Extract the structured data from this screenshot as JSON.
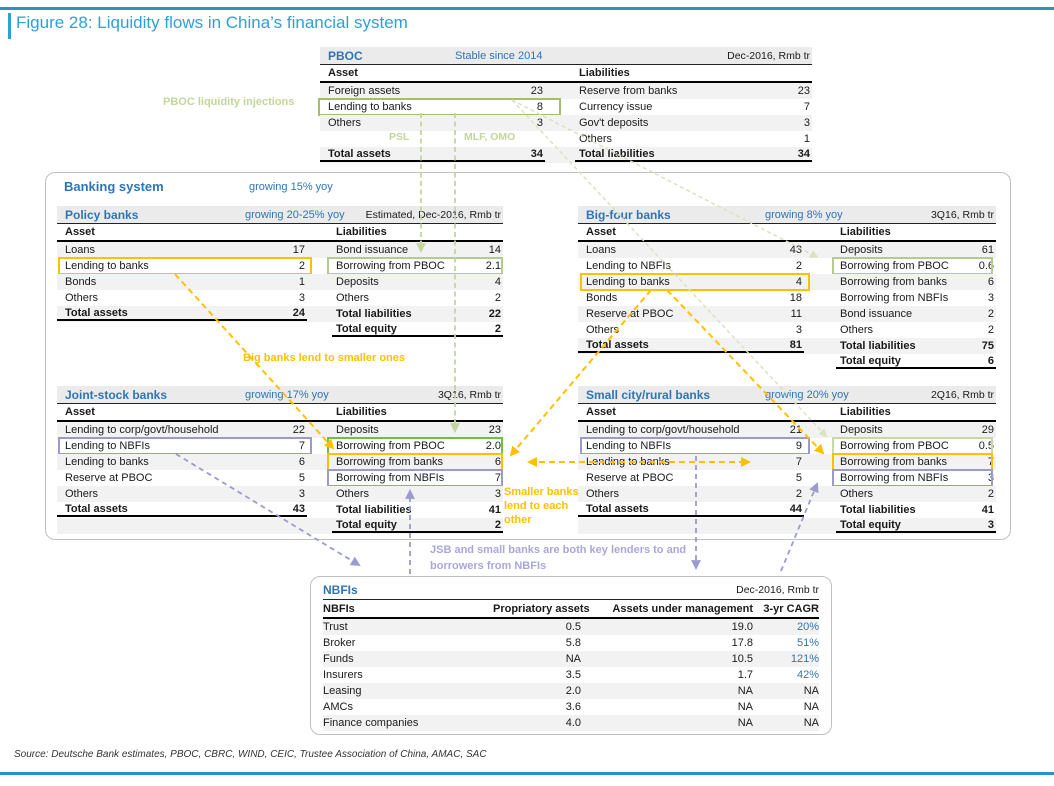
{
  "figure": {
    "title": "Figure 28: Liquidity flows in China’s financial system"
  },
  "colors": {
    "accent_blue": "#2fa0d5",
    "table_blue": "#2e75b6",
    "orange": "#ffc000",
    "pale_green": "#c3d69b",
    "bright_green": "#6fbf44",
    "purple": "#9b9bd0"
  },
  "banking_system": {
    "name": "Banking system",
    "note": "growing 15% yoy"
  },
  "pboc": {
    "name": "PBOC",
    "note": "Stable since 2014",
    "date": "Dec-2016, Rmb tr",
    "asset_header": "Asset",
    "liab_header": "Liabilities",
    "assets": [
      {
        "t": "Foreign assets",
        "v": "23"
      },
      {
        "t": "Lending to banks",
        "v": "8",
        "box": "green"
      },
      {
        "t": "Others",
        "v": "3"
      },
      {},
      {
        "t": "Total assets",
        "v": "34",
        "b": 1,
        "bot": 1
      }
    ],
    "liabilities": [
      {
        "t": "Reserve from banks",
        "v": "23"
      },
      {
        "t": "Currency issue",
        "v": "7"
      },
      {
        "t": "Gov't deposits",
        "v": "3"
      },
      {
        "t": "Others",
        "v": "1"
      },
      {
        "t": "Total liabilities",
        "v": "34",
        "b": 1,
        "bot": 1
      }
    ]
  },
  "policy_banks": {
    "name": "Policy banks",
    "note": "growing 20-25% yoy",
    "date": "Estimated, Dec-2016, Rmb tr",
    "asset_header": "Asset",
    "liab_header": "Liabilities",
    "assets": [
      {
        "t": "Loans",
        "v": "17"
      },
      {
        "t": "Lending to banks",
        "v": "2",
        "box": "orange"
      },
      {
        "t": "Bonds",
        "v": "1"
      },
      {
        "t": "Others",
        "v": "3"
      },
      {
        "t": "Total assets",
        "v": "24",
        "b": 1,
        "bot": 1
      },
      {}
    ],
    "liabilities": [
      {
        "t": "Bond issuance",
        "v": "14"
      },
      {
        "t": "Borrowing from PBOC",
        "v": "2.1",
        "box": "greenpale"
      },
      {
        "t": "Deposits",
        "v": "4"
      },
      {
        "t": "Others",
        "v": "2"
      },
      {
        "t": "Total liabilities",
        "v": "22",
        "b": 1
      },
      {
        "t": "Total equity",
        "v": "2",
        "b": 1,
        "bot": 1
      }
    ]
  },
  "big_four": {
    "name": "Big-four banks",
    "note": "growing 8% yoy",
    "date": "3Q16, Rmb tr",
    "asset_header": "Asset",
    "liab_header": "Liabilities",
    "assets": [
      {
        "t": "Loans",
        "v": "43"
      },
      {
        "t": "Lending to NBFIs",
        "v": "2"
      },
      {
        "t": "Lending to banks",
        "v": "4",
        "box": "orange"
      },
      {
        "t": "Bonds",
        "v": "18"
      },
      {
        "t": "Reserve at PBOC",
        "v": "11"
      },
      {
        "t": "Others",
        "v": "3"
      },
      {
        "t": "Total assets",
        "v": "81",
        "b": 1,
        "bot": 1
      },
      {}
    ],
    "liabilities": [
      {
        "t": "Deposits",
        "v": "61"
      },
      {
        "t": "Borrowing from PBOC",
        "v": "0.6",
        "box": "greenpale"
      },
      {
        "t": "Borrowing from banks",
        "v": "6"
      },
      {
        "t": "Borrowing from NBFIs",
        "v": "3"
      },
      {
        "t": "Bond issuance",
        "v": "2"
      },
      {
        "t": "Others",
        "v": "2"
      },
      {
        "t": "Total liabilities",
        "v": "75",
        "b": 1
      },
      {
        "t": "Total equity",
        "v": "6",
        "b": 1,
        "bot": 1
      }
    ]
  },
  "jsb": {
    "name": "Joint-stock banks",
    "note": "growing 17% yoy",
    "date": "3Q16, Rmb tr",
    "asset_header": "Asset",
    "liab_header": "Liabilities",
    "assets": [
      {
        "t": "Lending to corp/govt/household",
        "v": "22"
      },
      {
        "t": "Lending to NBFIs",
        "v": "7",
        "box": "purple"
      },
      {
        "t": "Lending to banks",
        "v": "6"
      },
      {
        "t": "Reserve at PBOC",
        "v": "5"
      },
      {
        "t": "Others",
        "v": "3"
      },
      {
        "t": "Total assets",
        "v": "43",
        "b": 1,
        "bot": 1
      },
      {}
    ],
    "liabilities": [
      {
        "t": "Deposits",
        "v": "23"
      },
      {
        "t": "Borrowing from PBOC",
        "v": "2.0",
        "box": "greenbright"
      },
      {
        "t": "Borrowing from banks",
        "v": "6",
        "box": "orange"
      },
      {
        "t": "Borrowing from NBFIs",
        "v": "7",
        "box": "purple"
      },
      {
        "t": "Others",
        "v": "3"
      },
      {
        "t": "Total liabilities",
        "v": "41",
        "b": 1
      },
      {
        "t": "Total equity",
        "v": "2",
        "b": 1,
        "bot": 1
      }
    ]
  },
  "small_banks": {
    "name": "Small city/rural banks",
    "note": "growing 20% yoy",
    "date": "2Q16, Rmb tr",
    "asset_header": "Asset",
    "liab_header": "Liabilities",
    "assets": [
      {
        "t": "Lending to corp/govt/household",
        "v": "21"
      },
      {
        "t": "Lending to NBFIs",
        "v": "9",
        "box": "purple"
      },
      {
        "t": "Lending to banks",
        "v": "7"
      },
      {
        "t": "Reserve at PBOC",
        "v": "5"
      },
      {
        "t": "Others",
        "v": "2"
      },
      {
        "t": "Total assets",
        "v": "44",
        "b": 1,
        "bot": 1
      },
      {}
    ],
    "liabilities": [
      {
        "t": "Deposits",
        "v": "29"
      },
      {
        "t": "Borrowing from PBOC",
        "v": "0.5",
        "box": "greenpale2"
      },
      {
        "t": "Borrowing from banks",
        "v": "7",
        "box": "orange"
      },
      {
        "t": "Borrowing from NBFIs",
        "v": "3",
        "box": "purple"
      },
      {
        "t": "Others",
        "v": "2"
      },
      {
        "t": "Total liabilities",
        "v": "41",
        "b": 1
      },
      {
        "t": "Total equity",
        "v": "3",
        "b": 1,
        "bot": 1
      }
    ]
  },
  "nbfis": {
    "name": "NBFIs",
    "date": "Dec-2016, Rmb tr",
    "columns": [
      "NBFIs",
      "Propriatory assets",
      "Assets under management",
      "3-yr CAGR"
    ],
    "rows": [
      [
        "Trust",
        "0.5",
        "19.0",
        "20%"
      ],
      [
        "Broker",
        "5.8",
        "17.8",
        "51%"
      ],
      [
        "Funds",
        "NA",
        "10.5",
        "121%"
      ],
      [
        "Insurers",
        "3.5",
        "1.7",
        "42%"
      ],
      [
        "Leasing",
        "2.0",
        "NA",
        "NA"
      ],
      [
        "AMCs",
        "3.6",
        "NA",
        "NA"
      ],
      [
        "Finance companies",
        "4.0",
        "NA",
        "NA"
      ]
    ]
  },
  "annotations": {
    "pboc_injections": "PBOC liquidity injections",
    "psl": "PSL",
    "mlf_omo": "MLF, OMO",
    "big_lend": "Big banks lend to smaller ones",
    "smaller_lend": "Smaller banks lend to each other",
    "jsb_note": "JSB and small banks are both key lenders to and borrowers from NBFIs"
  },
  "source": "Source: Deutsche Bank estimates, PBOC, CBRC, WIND, CEIC, Trustee Association of China, AMAC, SAC"
}
